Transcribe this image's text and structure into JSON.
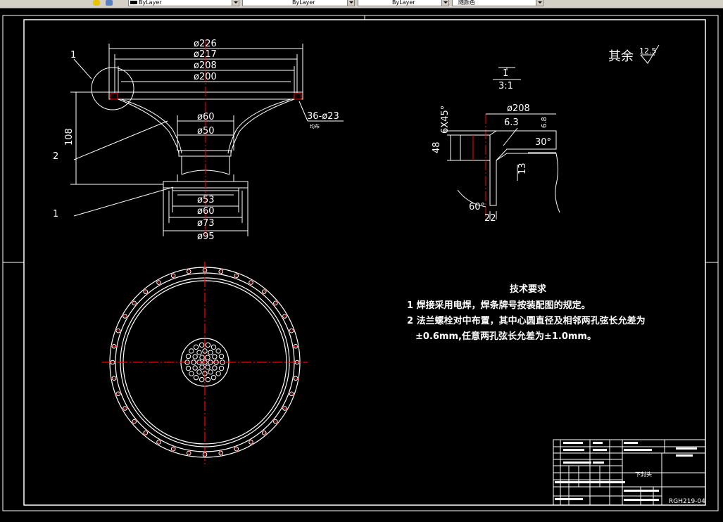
{
  "toolbar": {
    "layer_combo": "ByLayer",
    "linetype_combo": "ByLayer",
    "lineweight_combo": "ByLayer",
    "plotstyle_combo": "随颜色"
  },
  "colors": {
    "background": "#000000",
    "lines": "#ffffff",
    "center_lines": "#ff0000",
    "toolbar": "#d4d0c8"
  },
  "drawing": {
    "surface_finish_label": "其余",
    "surface_finish_value": "12.5",
    "balloon_top": "1",
    "balloon_mid": "2",
    "balloon_bot": "1",
    "dims_top": [
      "ø226",
      "ø217",
      "ø208",
      "ø200"
    ],
    "height_dim": "108",
    "hole_note": "36-ø23",
    "hole_sub": "均布",
    "dim_60_top": "ø60",
    "dim_50": "ø50",
    "dims_bottom": [
      "ø53",
      "ø60",
      "ø73",
      "ø95"
    ],
    "detail_scale_num": "1",
    "detail_scale": "3:1",
    "detail_dia": "ø208",
    "detail_chamfer": "6X45°",
    "detail_63": "6.3",
    "detail_68": "6.8",
    "detail_48": "48",
    "detail_30": "30°",
    "detail_13": "13",
    "detail_60deg": "60°",
    "detail_22": "22"
  },
  "notes": {
    "title": "技术要求",
    "line1": "1 焊接采用电焊，焊条牌号按装配图的规定。",
    "line2": "2 法兰螺栓对中布置，其中心圆直径及相邻两孔弦长允差为",
    "line3": "±0.6mm,任意两孔弦长允差为±1.0mm。"
  },
  "title_block": {
    "part_name": "下封头",
    "drawing_no": "RGH219-04"
  }
}
